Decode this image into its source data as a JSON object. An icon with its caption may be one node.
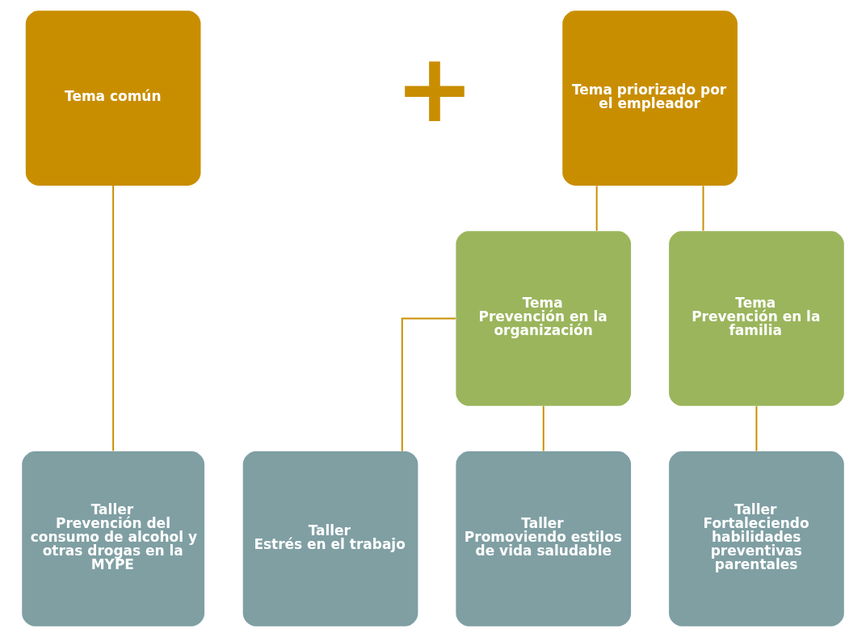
{
  "diagram": {
    "nodes": [
      {
        "text": [
          "Tema común"
        ]
      },
      {
        "text": [
          "Tema priorizado por el empleador"
        ]
      },
      {
        "text": [
          "Tema",
          "Prevención en la organización"
        ]
      },
      {
        "text": [
          "Tema",
          "Prevención en la familia"
        ]
      },
      {
        "text": [
          "Taller",
          "Prevención del consumo de alcohol y otras drogas en la MYPE"
        ]
      },
      {
        "text": [
          "Taller",
          "Estrés en el trabajo"
        ]
      },
      {
        "text": [
          "Taller",
          "Promoviendo estilos de vida saludable"
        ]
      },
      {
        "text": [
          "Taller",
          "Fortaleciendo habilidades preventivas parentales"
        ]
      }
    ],
    "edges": [
      {
        "from": 0,
        "to": 4,
        "arrow": "none"
      },
      {
        "from": 1,
        "to": 2,
        "arrow": "none"
      },
      {
        "from": 1,
        "to": 3,
        "arrow": "none"
      },
      {
        "from": 2,
        "to": 5,
        "arrow": "none"
      },
      {
        "from": 2,
        "to": 6,
        "arrow": "none"
      },
      {
        "from": 3,
        "to": 7,
        "arrow": "none"
      }
    ],
    "labels": [
      "+"
    ]
  }
}
